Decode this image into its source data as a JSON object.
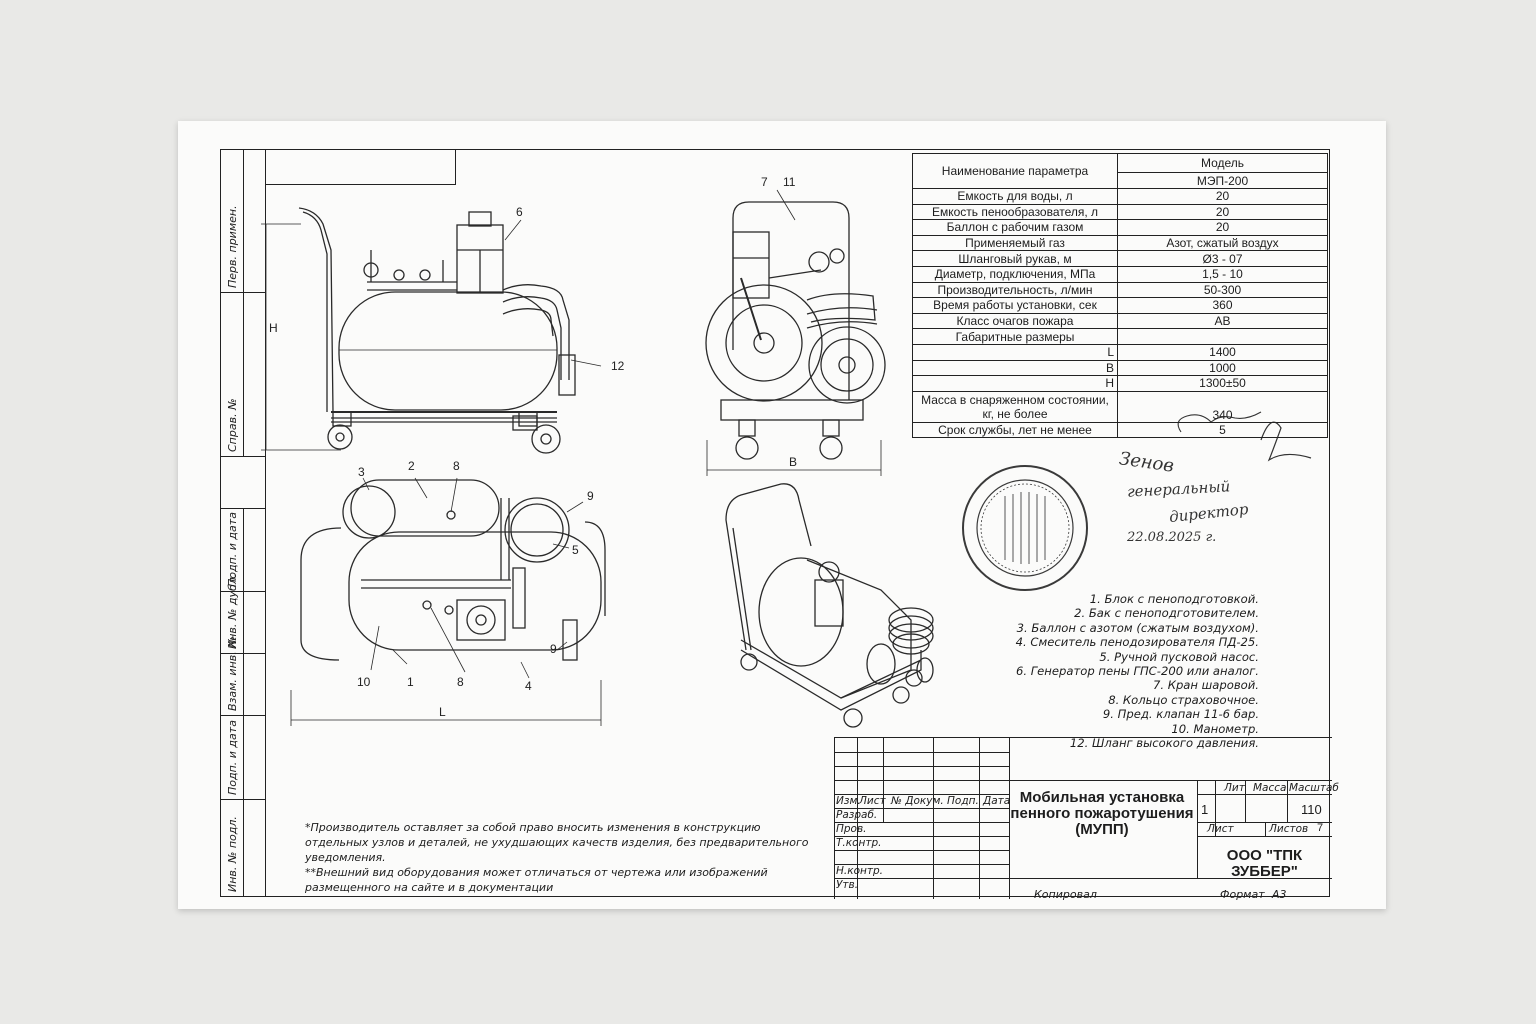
{
  "spec_table": {
    "col1_header": "Наименование параметра",
    "col2_header": "Модель",
    "model": "МЭП-200",
    "rows": [
      {
        "name": "Емкость для воды, л",
        "value": "20"
      },
      {
        "name": "Емкость пенообразователя, л",
        "value": "20"
      },
      {
        "name": "Баллон с рабочим газом",
        "value": "20"
      },
      {
        "name": "Применяемый газ",
        "value": "Азот, сжатый воздух"
      },
      {
        "name": "Шланговый рукав, м",
        "value": "Ø3 - 07"
      },
      {
        "name": "Диаметр, подключения, МПа",
        "value": "1,5 - 10"
      },
      {
        "name": "Производительность, л/мин",
        "value": "50-300"
      },
      {
        "name": "Время работы установки, сек",
        "value": "360"
      },
      {
        "name": "Класс очагов пожара",
        "value": "АВ"
      },
      {
        "name": "Габаритные размеры",
        "value": ""
      },
      {
        "name": "L",
        "value": "1400"
      },
      {
        "name": "B",
        "value": "1000"
      },
      {
        "name": "H",
        "value": "1300±50"
      }
    ],
    "mass": {
      "name": "Масса в снаряженном состоянии, кг, не более",
      "value": "340"
    },
    "service": {
      "name": "Срок службы, лет не менее",
      "value": "5"
    }
  },
  "parts_list": [
    "1. Блок с пеноподготовкой.",
    "2. Бак с пеноподготовителем.",
    "3. Баллон с азотом (сжатым воздухом).",
    "4. Смеситель пенодозирователя ПД-25.",
    "5. Ручной пусковой насос.",
    "6. Генератор пены ГПС-200 или аналог.",
    "7. Кран шаровой.",
    "8. Кольцо страховочное.",
    "9. Пред. клапан 11-6 бар.",
    "10. Манометр.",
    "12. Шланг высокого давления."
  ],
  "notes": [
    "*Производитель оставляет за собой право вносить изменения в конструкцию отдельных узлов и деталей, не ухудшающих качеств изделия, без предварительного уведомления.",
    "**Внешний вид оборудования может отличаться от чертежа или изображений размещенного на сайте и в документации"
  ],
  "side_strip": [
    "Перв. примен.",
    "Справ. №",
    "Подп. и дата",
    "Инв. № дубл.",
    "Взам. инв. №",
    "Подп. и дата",
    "Инв. № подл."
  ],
  "title_block": {
    "title": "Мобильная установка пенного пожаротушения (МУПП)",
    "company": "ООО \"ТПК ЗУББЕР\"",
    "cols": [
      "Изм.",
      "Лист",
      "№ Докум.",
      "Подп.",
      "Дата"
    ],
    "roles": [
      "Разраб.",
      "Пров.",
      "Т.контр.",
      "Н.контр.",
      "Утв."
    ],
    "lit_label": "Лит",
    "mass_label": "Масса",
    "scale_label": "Масштаб",
    "lit_value": "1",
    "scale_value": "110",
    "sheet_label": "Лист",
    "sheets_label": "Листов",
    "sheets_value": "7",
    "copied": "Копировал",
    "format_label": "Формат",
    "format_value": "А3"
  },
  "callouts": {
    "front": [
      "6",
      "12",
      "H"
    ],
    "side": [
      "7",
      "11",
      "B"
    ],
    "plan": [
      "3",
      "2",
      "8",
      "9",
      "5",
      "9",
      "4",
      "10",
      "1",
      "8",
      "L"
    ]
  },
  "handwriting": {
    "line1": "Зенов",
    "line2": "генеральный",
    "line3": "директор",
    "date": "22.08.2025 г."
  }
}
